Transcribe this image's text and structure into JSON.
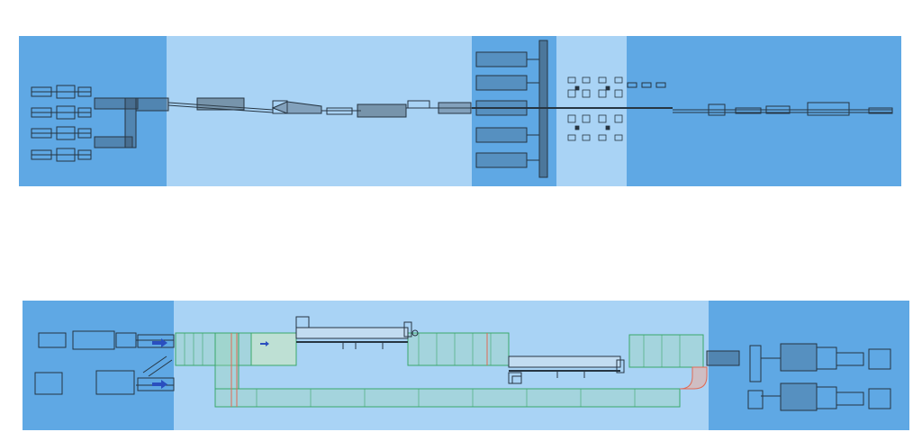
{
  "colors": {
    "zone_dark": "#5fa8e4",
    "zone_light": "#a9d3f5",
    "line_dark": "#263542",
    "conveyor_green": "#3aa76a",
    "accent_red": "#e06a55",
    "arrow_blue": "#2a4fbf",
    "page_bg": "#ffffff"
  },
  "diagrams": [
    {
      "name": "top-production-line-layout",
      "zones": [
        {
          "name": "loading-zone",
          "tone": "dark"
        },
        {
          "name": "transfer-zone",
          "tone": "light"
        },
        {
          "name": "stacking-zone",
          "tone": "dark"
        },
        {
          "name": "robot-cell-zone",
          "tone": "light"
        },
        {
          "name": "output-zone",
          "tone": "dark"
        }
      ]
    },
    {
      "name": "bottom-production-line-layout",
      "zones": [
        {
          "name": "infeed-zone",
          "tone": "dark"
        },
        {
          "name": "conveyor-loop-zone",
          "tone": "light"
        },
        {
          "name": "outfeed-zone",
          "tone": "dark"
        }
      ],
      "icons": [
        "arrow-right-icon",
        "arrow-right-icon",
        "arrow-right-icon"
      ]
    }
  ]
}
